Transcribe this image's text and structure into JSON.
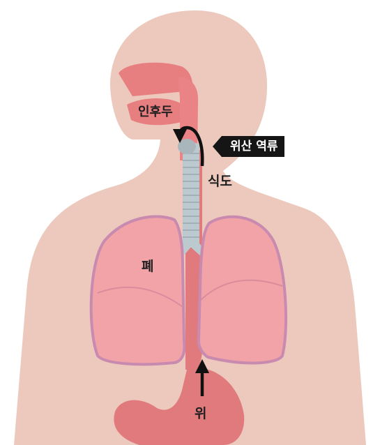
{
  "labels": {
    "larynx": "인후두",
    "reflux": "위산 역류",
    "esophagus": "식도",
    "lung": "폐",
    "stomach": "위"
  },
  "colors": {
    "skin": "#ecc9bc",
    "organ": "#e77e80",
    "lung": "#f2a3a8",
    "lung_outline": "#c98ab0",
    "trachea": "#bcc9cf",
    "callout": "#151515"
  }
}
